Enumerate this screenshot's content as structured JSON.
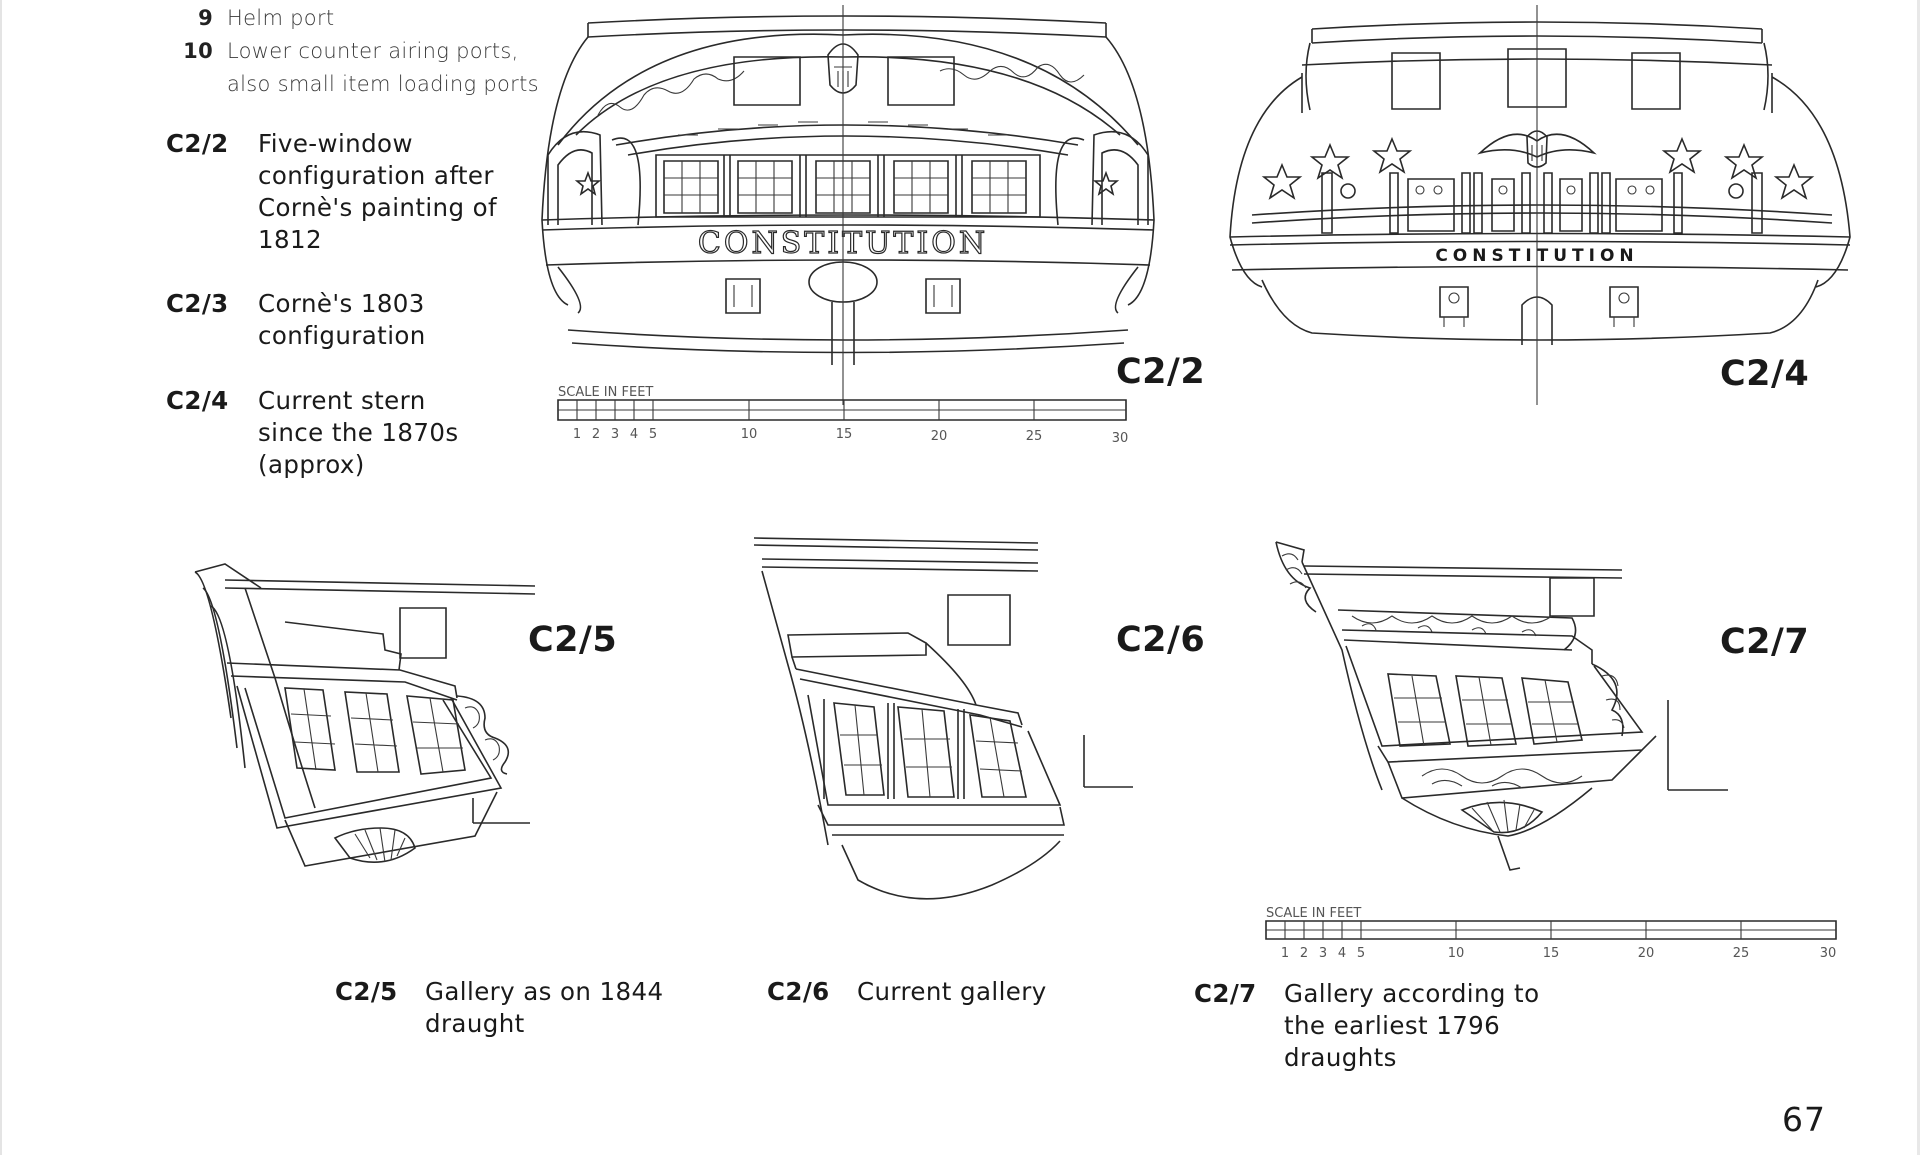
{
  "legend": [
    {
      "num": "9",
      "text": "Helm port"
    },
    {
      "num": "10",
      "text": "Lower counter airing ports,"
    },
    {
      "num": "",
      "text": "also small item loading ports"
    }
  ],
  "captions": {
    "c22": {
      "code": "C2/2",
      "lines": [
        "Five-window",
        "configuration after",
        "Cornè's painting of",
        "1812"
      ]
    },
    "c23": {
      "code": "C2/3",
      "lines": [
        "Cornè's 1803",
        "configuration"
      ]
    },
    "c24": {
      "code": "C2/4",
      "lines": [
        "Current stern",
        "since the 1870s",
        "(approx)"
      ]
    },
    "c25": {
      "code": "C2/5",
      "lines": [
        "Gallery as on 1844",
        "draught"
      ]
    },
    "c26": {
      "code": "C2/6",
      "lines": [
        "Current gallery"
      ]
    },
    "c27": {
      "code": "C2/7",
      "lines": [
        "Gallery according to",
        "the earliest 1796",
        "draughts"
      ]
    }
  },
  "figure_labels": {
    "c22": "C2/2",
    "c24": "C2/4",
    "c25": "C2/5",
    "c26": "C2/6",
    "c27": "C2/7"
  },
  "stern_name_1812": "CONSTITUTION",
  "stern_name_current": "CONSTITUTION",
  "scale_bars": {
    "top": {
      "title": "SCALE IN FEET",
      "ticks": [
        "1",
        "2",
        "3",
        "4",
        "5",
        "10",
        "15",
        "20",
        "25",
        "30"
      ]
    },
    "bottom": {
      "title": "SCALE IN FEET",
      "ticks": [
        "1",
        "2",
        "3",
        "4",
        "5",
        "10",
        "15",
        "20",
        "25",
        "30"
      ]
    }
  },
  "page_number": "67"
}
